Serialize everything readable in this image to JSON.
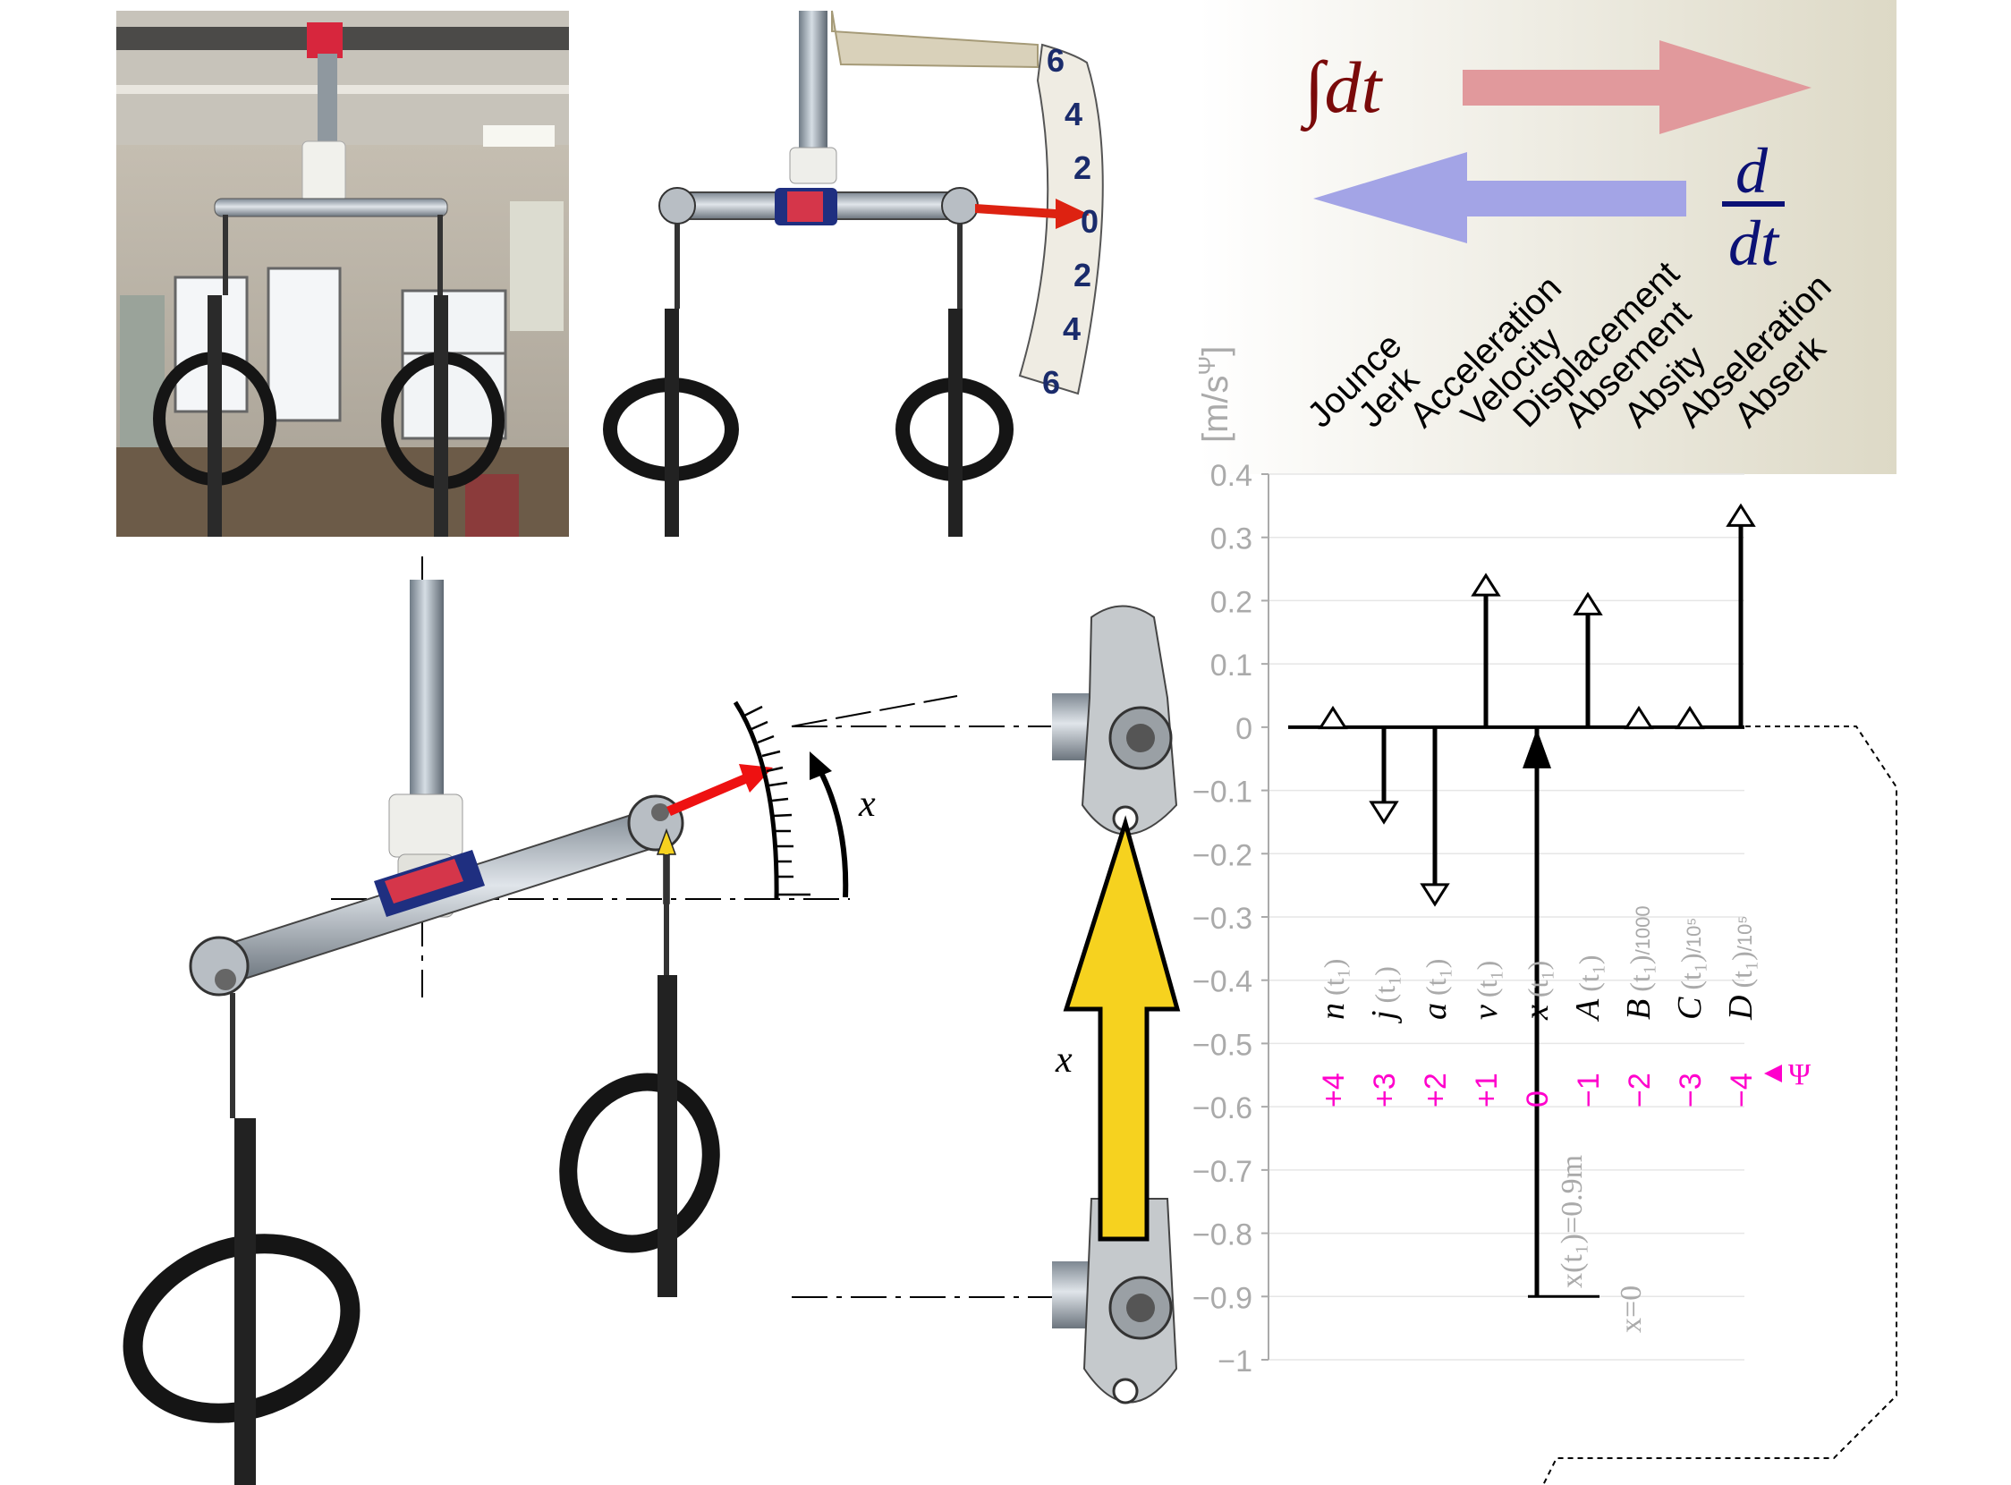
{
  "calculus": {
    "integral_label": "∫dt",
    "derivative_num": "d",
    "derivative_den": "dt",
    "quantities": [
      "Jounce",
      "Jerk",
      "Acceleration",
      "Velocity",
      "Displacement",
      "Absement",
      "Absity",
      "Abseleration",
      "Abserk"
    ]
  },
  "scale_top": [
    "6",
    "4",
    "2",
    "0",
    "2",
    "4",
    "6"
  ],
  "rotation_label": "x",
  "displacement_label": "x",
  "chart_data": {
    "type": "stem",
    "ylabel": "[m/s^Ψ]",
    "ylabel_prefix": "[m/s",
    "ylabel_sup": "Ψ",
    "ylabel_suffix": "]",
    "ylim": [
      -1,
      0.4
    ],
    "yticks": [
      "0.4",
      "0.3",
      "0.2",
      "0.1",
      "0",
      "−0.1",
      "−0.2",
      "−0.3",
      "−0.4",
      "−0.5",
      "−0.6",
      "−0.7",
      "−0.8",
      "−0.9",
      "−1"
    ],
    "ytick_values": [
      0.4,
      0.3,
      0.2,
      0.1,
      0,
      -0.1,
      -0.2,
      -0.3,
      -0.4,
      -0.5,
      -0.6,
      -0.7,
      -0.8,
      -0.9,
      -1
    ],
    "psi_label": "Ψ",
    "series": [
      {
        "sym": "n",
        "sub": "(t₁)",
        "scale": "",
        "psi": "+4",
        "value": 0.03
      },
      {
        "sym": "j",
        "sub": "(t₁)",
        "scale": "",
        "psi": "+3",
        "value": -0.15
      },
      {
        "sym": "a",
        "sub": "(t₁)",
        "scale": "",
        "psi": "+2",
        "value": -0.28
      },
      {
        "sym": "v",
        "sub": "(t₁)",
        "scale": "",
        "psi": "+1",
        "value": 0.24
      },
      {
        "sym": "x",
        "sub": "(t₁)",
        "scale": "",
        "psi": "0",
        "value": -0.9
      },
      {
        "sym": "A",
        "sub": "(t₁)",
        "scale": "",
        "psi": "−1",
        "value": 0.21
      },
      {
        "sym": "B",
        "sub": "(t₁)",
        "scale": "/1000",
        "psi": "−2",
        "value": 0.03
      },
      {
        "sym": "C",
        "sub": "(t₁)",
        "scale": "/10⁵",
        "psi": "−3",
        "value": 0.03
      },
      {
        "sym": "D",
        "sub": "(t₁)",
        "scale": "/10⁵",
        "psi": "−4",
        "value": 0.35
      }
    ],
    "annotation_value": "x(t₁)=0.9m",
    "annotation_zero": "x=0"
  }
}
